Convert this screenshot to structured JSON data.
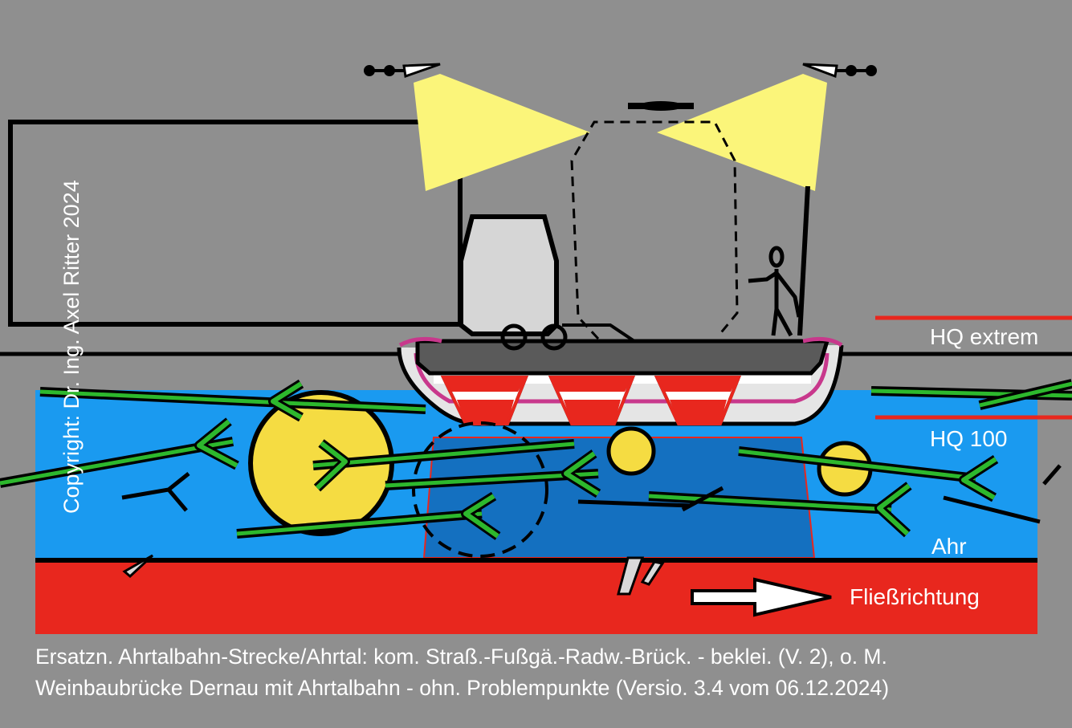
{
  "labels": {
    "hq_extrem": "HQ extrem",
    "hq_100": "HQ 100",
    "river": "Ahr",
    "flow_direction": "Fließrichtung"
  },
  "copyright": "Copyright: Dr. Ing. Axel Ritter 2024",
  "caption": {
    "line1": "Ersatzn. Ahrtalbahn-Strecke/Ahrtal: kom. Straß.-Fußgä.-Radw.-Brück. - beklei. (V. 2), o. M.",
    "line2": "Weinbaubrücke Dernau mit Ahrtalbahn - ohn. Problempunkte (Versio. 3.4 vom 06.12.2024)"
  },
  "colors": {
    "background": "#8f8f8f",
    "water_hq100": "#1a9af0",
    "water_deep": "#1470c0",
    "river_bed": "#e8271e",
    "hq_marker": "#e8271e",
    "floodlight": "#fbf57a",
    "tree": "#2db82d",
    "ball": "#f5dc42",
    "deck": "#d9d9d9",
    "cladding": "#c8388c"
  }
}
